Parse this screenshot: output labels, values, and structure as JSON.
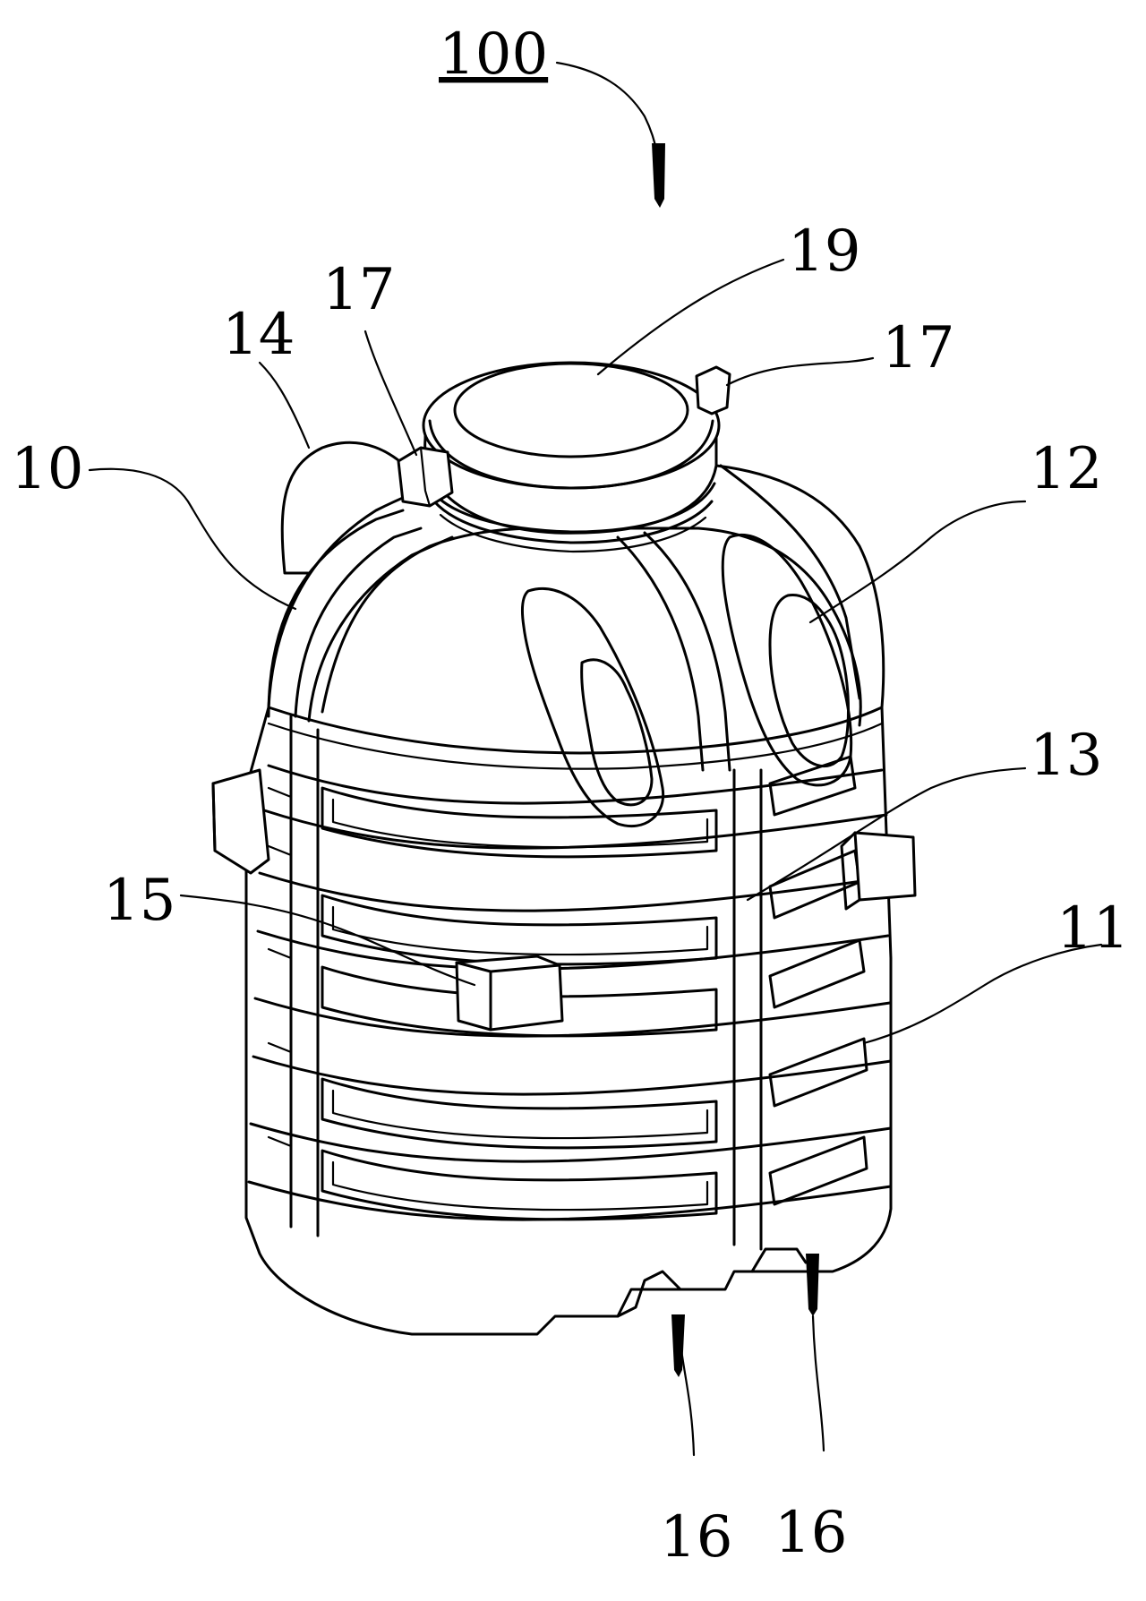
{
  "figure": {
    "labels": {
      "main": "100",
      "tank_body": "10",
      "lower_ribs": "11",
      "upper_recess": "12",
      "vertical_rib": "13",
      "side_bulge": "14",
      "side_block": "15",
      "notch_left": "16",
      "notch_right": "16",
      "lug_left": "17",
      "lug_right": "17",
      "lid": "19"
    }
  }
}
